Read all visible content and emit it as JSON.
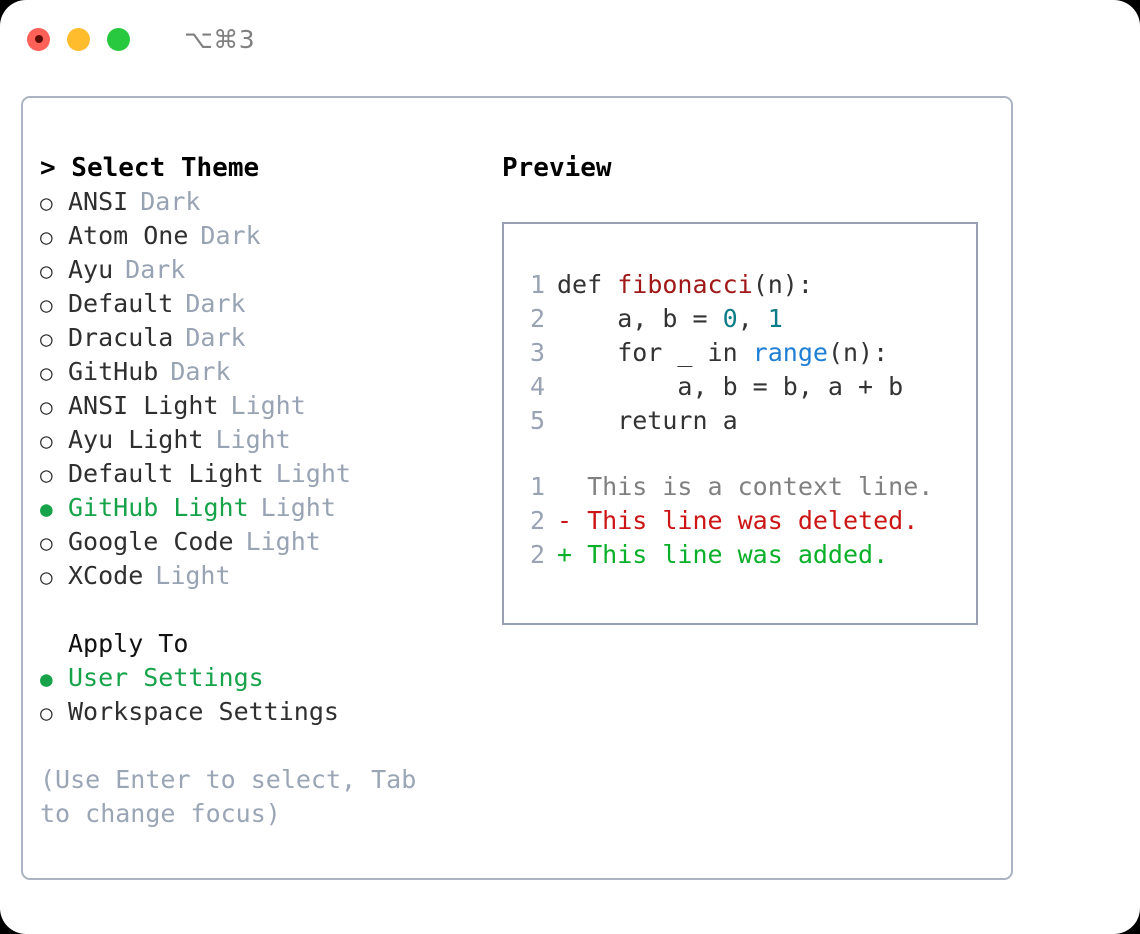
{
  "titlebar": {
    "lights": [
      {
        "name": "close",
        "color": "#ff6058"
      },
      {
        "name": "minimize",
        "color": "#ffbd2e"
      },
      {
        "name": "zoom",
        "color": "#28c93f"
      }
    ],
    "shortcut": "⌥⌘3"
  },
  "theme_picker": {
    "header": "> Select Theme",
    "selected_theme": "GitHub Light",
    "selected_color": "#16a34a",
    "bullet_selected": "●",
    "bullet_unselected": "○",
    "options": [
      {
        "label": "ANSI",
        "tag": "Dark",
        "selected": false
      },
      {
        "label": "Atom One",
        "tag": "Dark",
        "selected": false
      },
      {
        "label": "Ayu",
        "tag": "Dark",
        "selected": false
      },
      {
        "label": "Default",
        "tag": "Dark",
        "selected": false
      },
      {
        "label": "Dracula",
        "tag": "Dark",
        "selected": false
      },
      {
        "label": "GitHub",
        "tag": "Dark",
        "selected": false
      },
      {
        "label": "ANSI Light",
        "tag": "Light",
        "selected": false
      },
      {
        "label": "Ayu Light",
        "tag": "Light",
        "selected": false
      },
      {
        "label": "Default Light",
        "tag": "Light",
        "selected": false
      },
      {
        "label": "GitHub Light",
        "tag": "Light",
        "selected": true
      },
      {
        "label": "Google Code",
        "tag": "Light",
        "selected": false
      },
      {
        "label": "XCode",
        "tag": "Light",
        "selected": false
      }
    ]
  },
  "apply_to": {
    "header": "Apply To",
    "options": [
      {
        "label": "User Settings",
        "selected": true
      },
      {
        "label": "Workspace Settings",
        "selected": false
      }
    ]
  },
  "hint": "(Use Enter to select, Tab to change focus)",
  "preview": {
    "header": "Preview",
    "code_lines": [
      {
        "no": "1",
        "segments": [
          {
            "text": "def ",
            "type": "plain"
          },
          {
            "text": "fibonacci",
            "type": "fn"
          },
          {
            "text": "(n):",
            "type": "plain"
          }
        ]
      },
      {
        "no": "2",
        "segments": [
          {
            "text": "    a, b = ",
            "type": "plain"
          },
          {
            "text": "0",
            "type": "num"
          },
          {
            "text": ", ",
            "type": "plain"
          },
          {
            "text": "1",
            "type": "num"
          }
        ]
      },
      {
        "no": "3",
        "segments": [
          {
            "text": "    for _ in ",
            "type": "plain"
          },
          {
            "text": "range",
            "type": "call"
          },
          {
            "text": "(n):",
            "type": "plain"
          }
        ]
      },
      {
        "no": "4",
        "segments": [
          {
            "text": "        a, b = b, a + b",
            "type": "plain"
          }
        ]
      },
      {
        "no": "5",
        "segments": [
          {
            "text": "    return a",
            "type": "plain"
          }
        ]
      }
    ],
    "diff_lines": [
      {
        "no": "1",
        "marker": " ",
        "text": " This is a context line.",
        "kind": "ctx"
      },
      {
        "no": "2",
        "marker": "-",
        "text": " This line was deleted.",
        "kind": "del"
      },
      {
        "no": "2",
        "marker": "+",
        "text": " This line was added.",
        "kind": "add"
      }
    ]
  }
}
